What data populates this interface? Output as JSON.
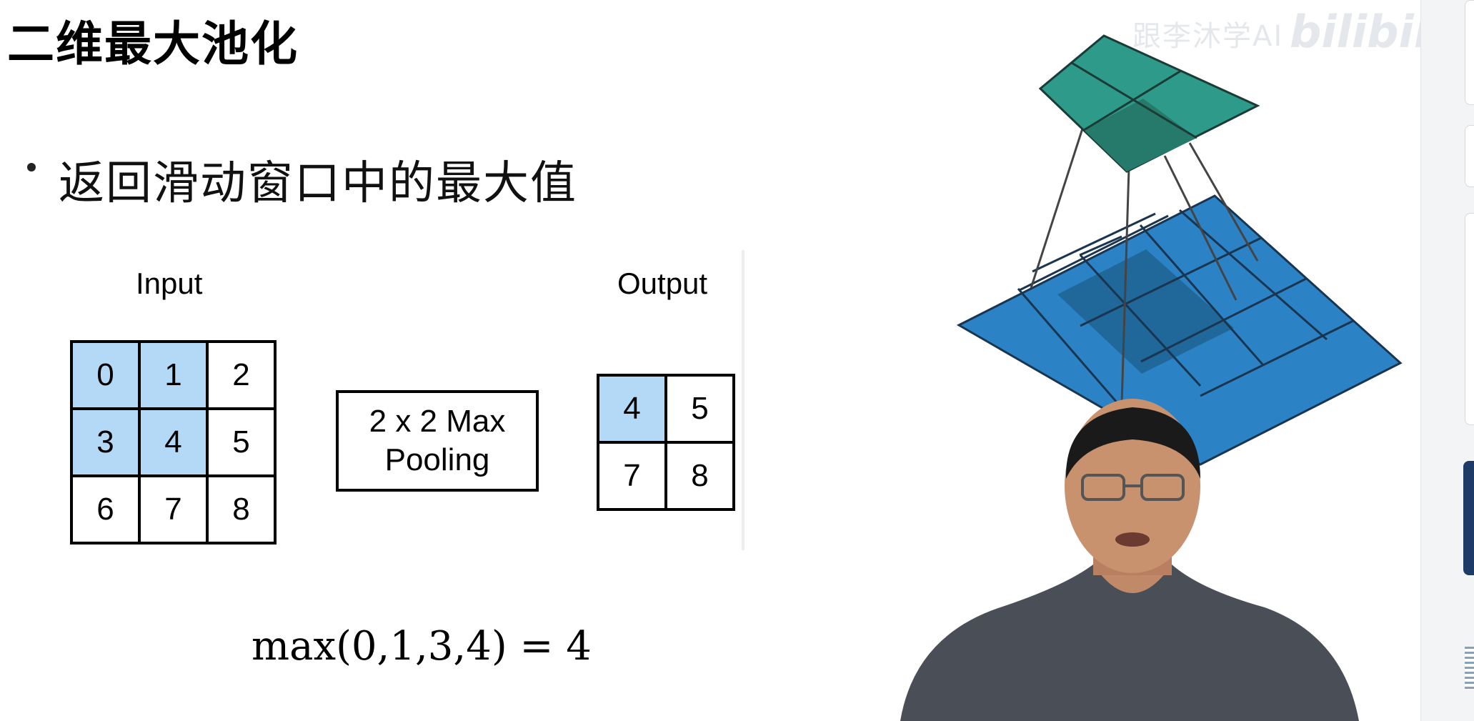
{
  "slide": {
    "title": "二维最大池化",
    "bullet": "返回滑动窗口中的最大值",
    "input_label": "Input",
    "output_label": "Output",
    "input_grid": [
      [
        "0",
        "1",
        "2"
      ],
      [
        "3",
        "4",
        "5"
      ],
      [
        "6",
        "7",
        "8"
      ]
    ],
    "output_grid": [
      [
        "4",
        "5"
      ],
      [
        "7",
        "8"
      ]
    ],
    "pool_line1": "2 x 2 Max",
    "pool_line2": "Pooling",
    "formula": "max(0,1,3,4) = 4",
    "highlight_color": "#b3d9f7"
  },
  "watermark": {
    "text": "跟李沐学AI",
    "logo": "bilibili"
  },
  "colors": {
    "output_plane": "#2e9a8a",
    "input_plane": "#2b83c6"
  }
}
